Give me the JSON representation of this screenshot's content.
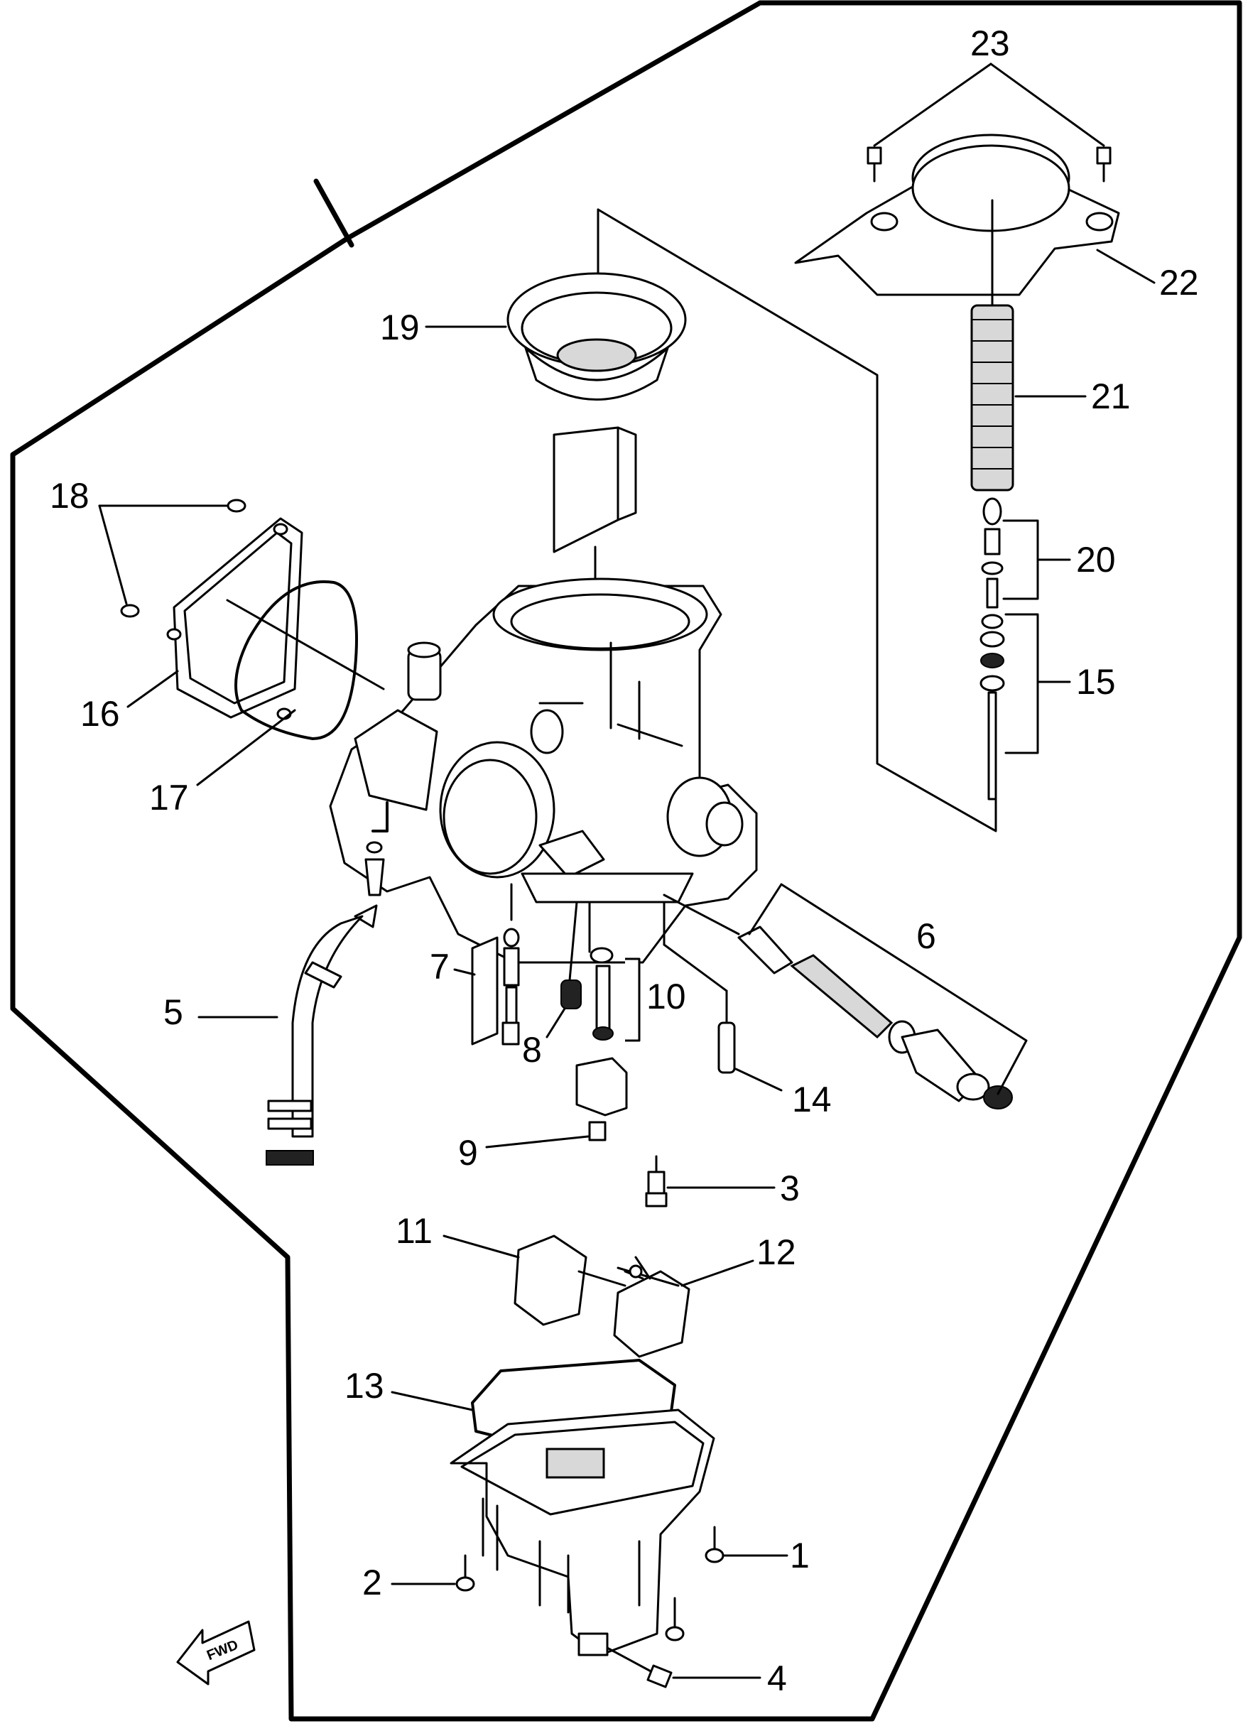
{
  "callouts": [
    "1",
    "2",
    "3",
    "4",
    "5",
    "6",
    "7",
    "8",
    "9",
    "10",
    "11",
    "12",
    "13",
    "14",
    "15",
    "16",
    "17",
    "18",
    "19",
    "20",
    "21",
    "22",
    "23"
  ],
  "direction_label": "FWD"
}
